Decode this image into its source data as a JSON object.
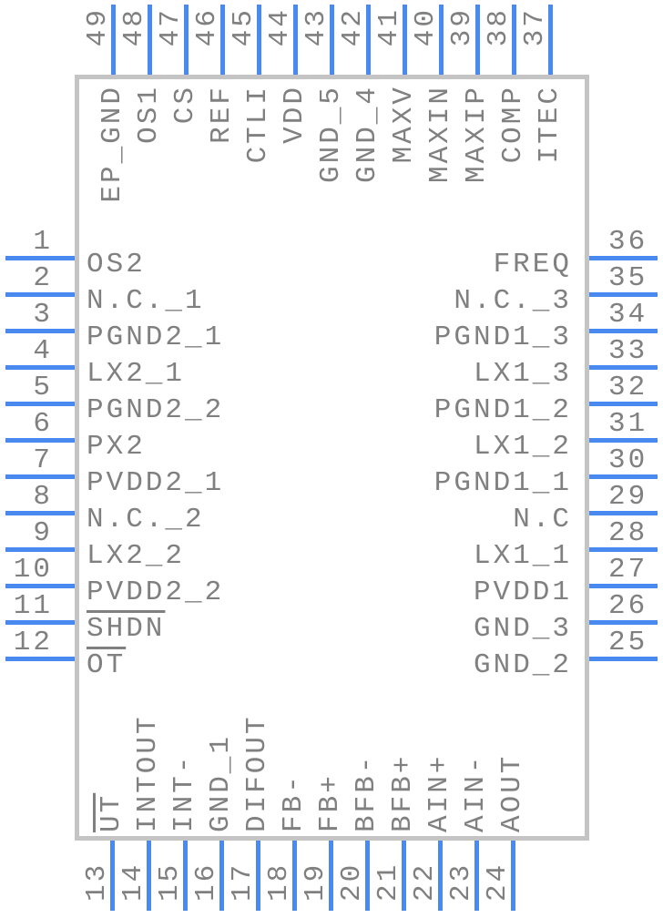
{
  "colors": {
    "pin_blue": "#4a8af0",
    "text_gray": "#808080",
    "body_border_gray": "#c4c4c4",
    "background": "#ffffff"
  },
  "pins": {
    "top": [
      {
        "num": "49",
        "label": "EP_GND",
        "overline": false
      },
      {
        "num": "48",
        "label": "OS1",
        "overline": false
      },
      {
        "num": "47",
        "label": "CS",
        "overline": false
      },
      {
        "num": "46",
        "label": "REF",
        "overline": false
      },
      {
        "num": "45",
        "label": "CTLI",
        "overline": false
      },
      {
        "num": "44",
        "label": "VDD",
        "overline": false
      },
      {
        "num": "43",
        "label": "GND_5",
        "overline": false
      },
      {
        "num": "42",
        "label": "GND_4",
        "overline": false
      },
      {
        "num": "41",
        "label": "MAXV",
        "overline": false
      },
      {
        "num": "40",
        "label": "MAXIN",
        "overline": false
      },
      {
        "num": "39",
        "label": "MAXIP",
        "overline": false
      },
      {
        "num": "38",
        "label": "COMP",
        "overline": false
      },
      {
        "num": "37",
        "label": "ITEC",
        "overline": false
      }
    ],
    "left": [
      {
        "num": "1",
        "label": "OS2",
        "overline": false
      },
      {
        "num": "2",
        "label": "N.C._1",
        "overline": false
      },
      {
        "num": "3",
        "label": "PGND2_1",
        "overline": false
      },
      {
        "num": "4",
        "label": "LX2_1",
        "overline": false
      },
      {
        "num": "5",
        "label": "PGND2_2",
        "overline": false
      },
      {
        "num": "6",
        "label": "PX2",
        "overline": false
      },
      {
        "num": "7",
        "label": "PVDD2_1",
        "overline": false
      },
      {
        "num": "8",
        "label": "N.C._2",
        "overline": false
      },
      {
        "num": "9",
        "label": "LX2_2",
        "overline": false
      },
      {
        "num": "10",
        "label": "PVDD2_2",
        "overline": false
      },
      {
        "num": "11",
        "label": "SHDN",
        "overline": true
      },
      {
        "num": "12",
        "label": "OT",
        "overline": true
      }
    ],
    "right": [
      {
        "num": "36",
        "label": "FREQ",
        "overline": false
      },
      {
        "num": "35",
        "label": "N.C._3",
        "overline": false
      },
      {
        "num": "34",
        "label": "PGND1_3",
        "overline": false
      },
      {
        "num": "33",
        "label": "LX1_3",
        "overline": false
      },
      {
        "num": "32",
        "label": "PGND1_2",
        "overline": false
      },
      {
        "num": "31",
        "label": "LX1_2",
        "overline": false
      },
      {
        "num": "30",
        "label": "PGND1_1",
        "overline": false
      },
      {
        "num": "29",
        "label": "N.C",
        "overline": false
      },
      {
        "num": "28",
        "label": "LX1_1",
        "overline": false
      },
      {
        "num": "27",
        "label": "PVDD1",
        "overline": false
      },
      {
        "num": "26",
        "label": "GND_3",
        "overline": false
      },
      {
        "num": "25",
        "label": "GND_2",
        "overline": false
      }
    ],
    "bottom": [
      {
        "num": "13",
        "label": "UT",
        "overline": true
      },
      {
        "num": "14",
        "label": "INTOUT",
        "overline": false
      },
      {
        "num": "15",
        "label": "INT-",
        "overline": false
      },
      {
        "num": "16",
        "label": "GND_1",
        "overline": false
      },
      {
        "num": "17",
        "label": "DIFOUT",
        "overline": false
      },
      {
        "num": "18",
        "label": "FB-",
        "overline": false
      },
      {
        "num": "19",
        "label": "FB+",
        "overline": false
      },
      {
        "num": "20",
        "label": "BFB-",
        "overline": false
      },
      {
        "num": "21",
        "label": "BFB+",
        "overline": false
      },
      {
        "num": "22",
        "label": "AIN+",
        "overline": false
      },
      {
        "num": "23",
        "label": "AIN-",
        "overline": false
      },
      {
        "num": "24",
        "label": "AOUT",
        "overline": false
      }
    ]
  }
}
